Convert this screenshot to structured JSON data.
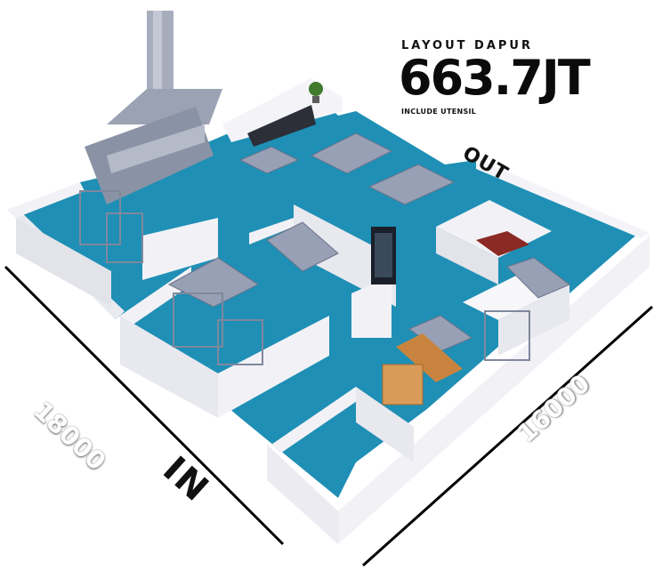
{
  "header": {
    "title": "LAYOUT DAPUR",
    "price": "663.7JT",
    "note": "INCLUDE UTENSIL"
  },
  "dimensions": {
    "left": "18000",
    "right": "16000"
  },
  "labels": {
    "entrance": "IN",
    "exit": "OUT"
  },
  "colors": {
    "floor": "#1f8fb5",
    "wall": "#f2f2f6",
    "wall_shadow": "#d6d6e0",
    "steel": "#9aa3b8",
    "accent_wood": "#c8843e"
  }
}
